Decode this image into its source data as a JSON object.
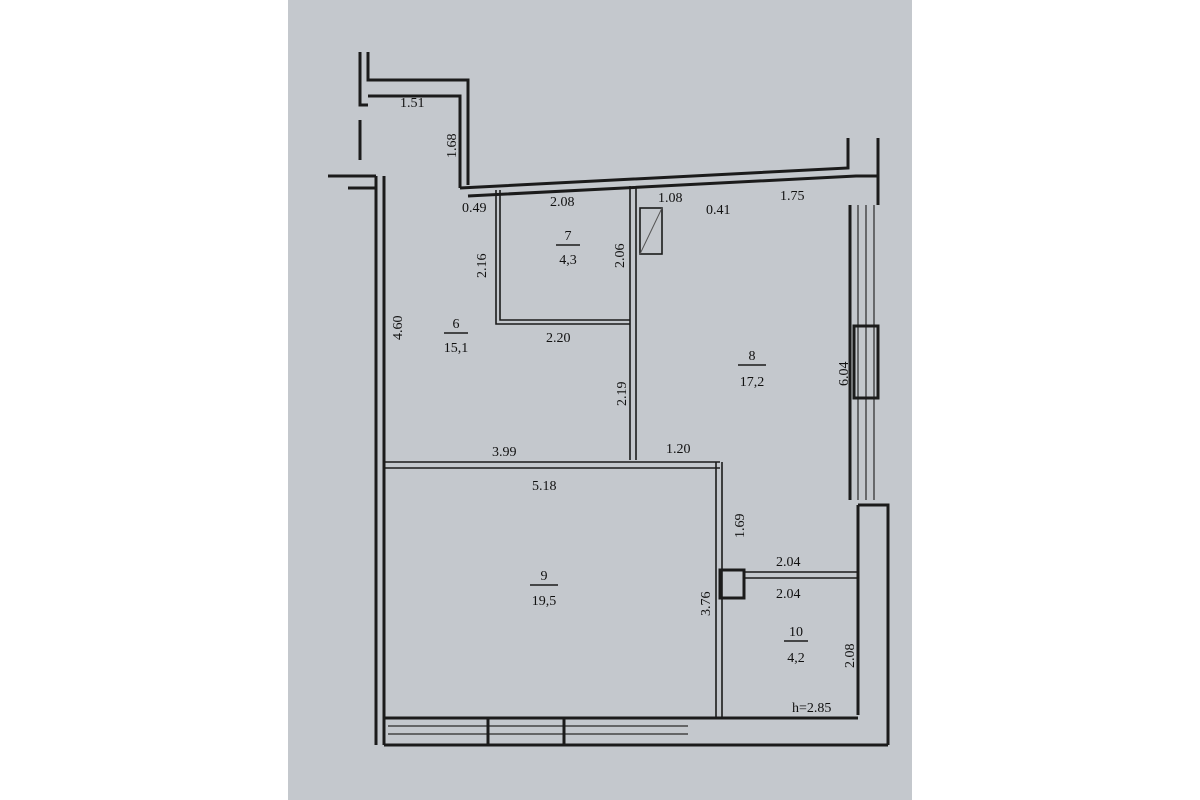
{
  "rooms": [
    {
      "num": "6",
      "area": "15,1"
    },
    {
      "num": "7",
      "area": "4,3"
    },
    {
      "num": "8",
      "area": "17,2"
    },
    {
      "num": "9",
      "area": "19,5"
    },
    {
      "num": "10",
      "area": "4,2"
    }
  ],
  "dimensions": {
    "d1_51": "1.51",
    "d1_68": "1.68",
    "d0_49": "0.49",
    "d2_08_top": "2.08",
    "d1_08": "1.08",
    "d0_41": "0.41",
    "d1_75": "1.75",
    "d2_16": "2.16",
    "d2_06": "2.06",
    "d4_60": "4.60",
    "d2_20": "2.20",
    "d6_04": "6.04",
    "d2_19": "2.19",
    "d3_99": "3.99",
    "d1_20": "1.20",
    "d5_18": "5.18",
    "d1_69": "1.69",
    "d2_04_a": "2.04",
    "d2_04_b": "2.04",
    "d3_76": "3.76",
    "d2_08_side": "2.08"
  },
  "ceiling_height": "h=2.85"
}
